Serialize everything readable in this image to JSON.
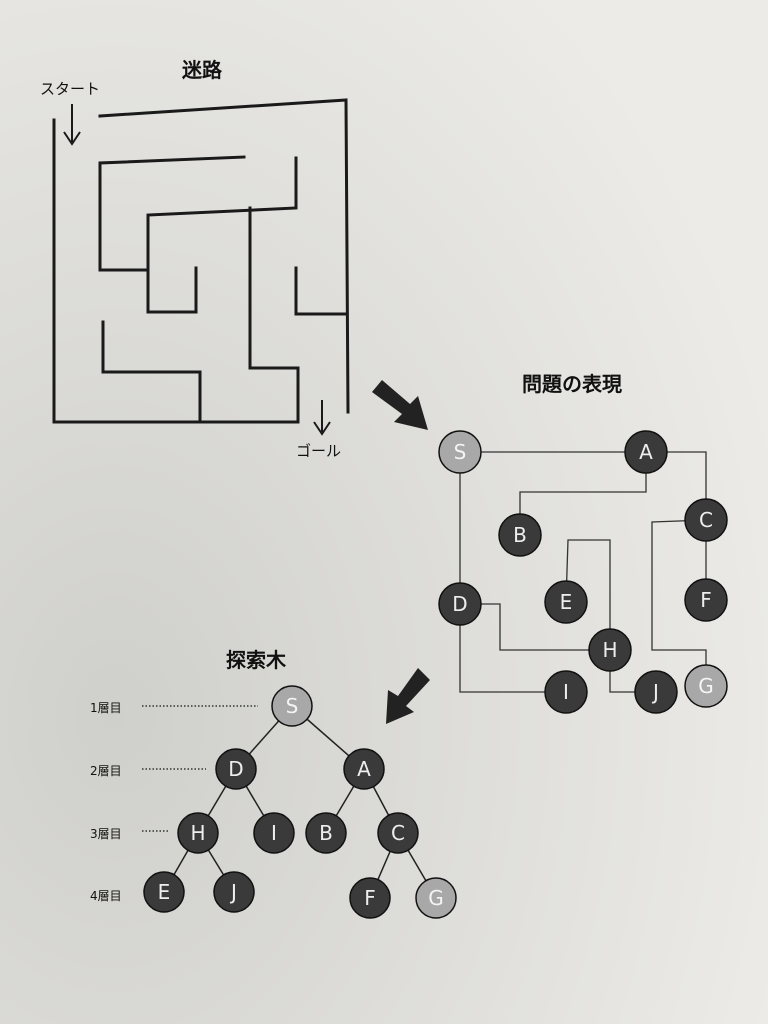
{
  "maze": {
    "title": "迷路",
    "start_label": "スタート",
    "goal_label": "ゴール"
  },
  "graph": {
    "title": "問題の表現",
    "nodes": {
      "S": "S",
      "A": "A",
      "B": "B",
      "C": "C",
      "D": "D",
      "E": "E",
      "F": "F",
      "G": "G",
      "H": "H",
      "I": "I",
      "J": "J"
    }
  },
  "tree": {
    "title": "探索木",
    "levels": [
      "1層目",
      "2層目",
      "3層目",
      "4層目"
    ],
    "nodes": {
      "S": "S",
      "D": "D",
      "A": "A",
      "H": "H",
      "I": "I",
      "B": "B",
      "C": "C",
      "E": "E",
      "J": "J",
      "F": "F",
      "G": "G"
    }
  },
  "colors": {
    "node_dark": "#3a3a3a",
    "node_light": "#a8a8a8",
    "node_stroke": "#111111",
    "line": "#222222",
    "arrow": "#222222"
  }
}
